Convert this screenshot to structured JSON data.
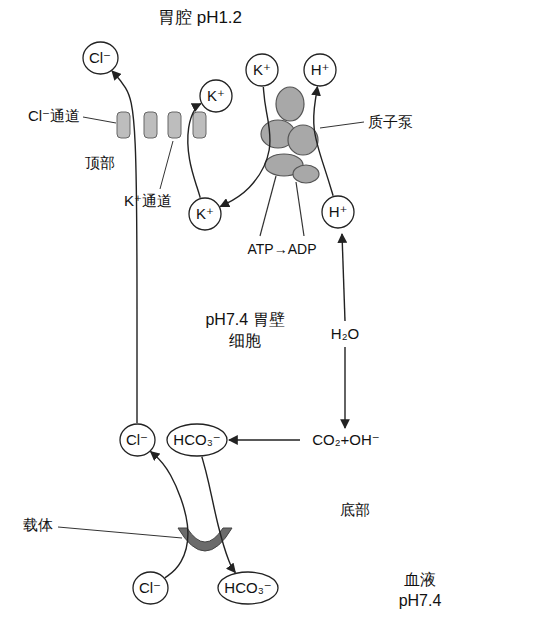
{
  "diagram": {
    "nodes": [
      {
        "text": [
          "Cl⁻"
        ]
      },
      {
        "text": [
          "K⁺"
        ]
      },
      {
        "text": [
          "K⁺"
        ]
      },
      {
        "text": [
          "H⁺"
        ]
      },
      {
        "text": [
          "pH7.4 胃壁细胞"
        ]
      },
      {
        "text": [
          "K⁺"
        ],
        "in": 4
      },
      {
        "text": [
          "H⁺"
        ],
        "in": 4
      },
      {
        "text": [
          "Cl⁻"
        ],
        "in": 4
      },
      {
        "text": [
          "HCO₃⁻"
        ],
        "in": 4
      },
      {
        "text": [
          "血液 pH7.4"
        ]
      },
      {
        "text": [
          "Cl⁻"
        ],
        "in": 9
      },
      {
        "text": [
          "HCO₃⁻"
        ],
        "in": 9
      }
    ],
    "edges": [
      {
        "from": 7,
        "to": 0,
        "arrow": "to"
      },
      {
        "from": 5,
        "to": 1,
        "arrow": "to"
      },
      {
        "from": 2,
        "to": 5,
        "arrow": "to"
      },
      {
        "from": 6,
        "to": 3,
        "arrow": "to"
      },
      {
        "from": 10,
        "to": 7,
        "arrow": "to"
      },
      {
        "from": 8,
        "to": 11,
        "arrow": "to"
      }
    ],
    "labels": [
      "胃腔 pH1.2",
      "Cl⁻通道",
      "顶部",
      "K⁺通道",
      "质子泵",
      "ATP→ADP",
      "H₂O",
      "CO₂+OH⁻",
      "载体",
      "底部"
    ]
  }
}
